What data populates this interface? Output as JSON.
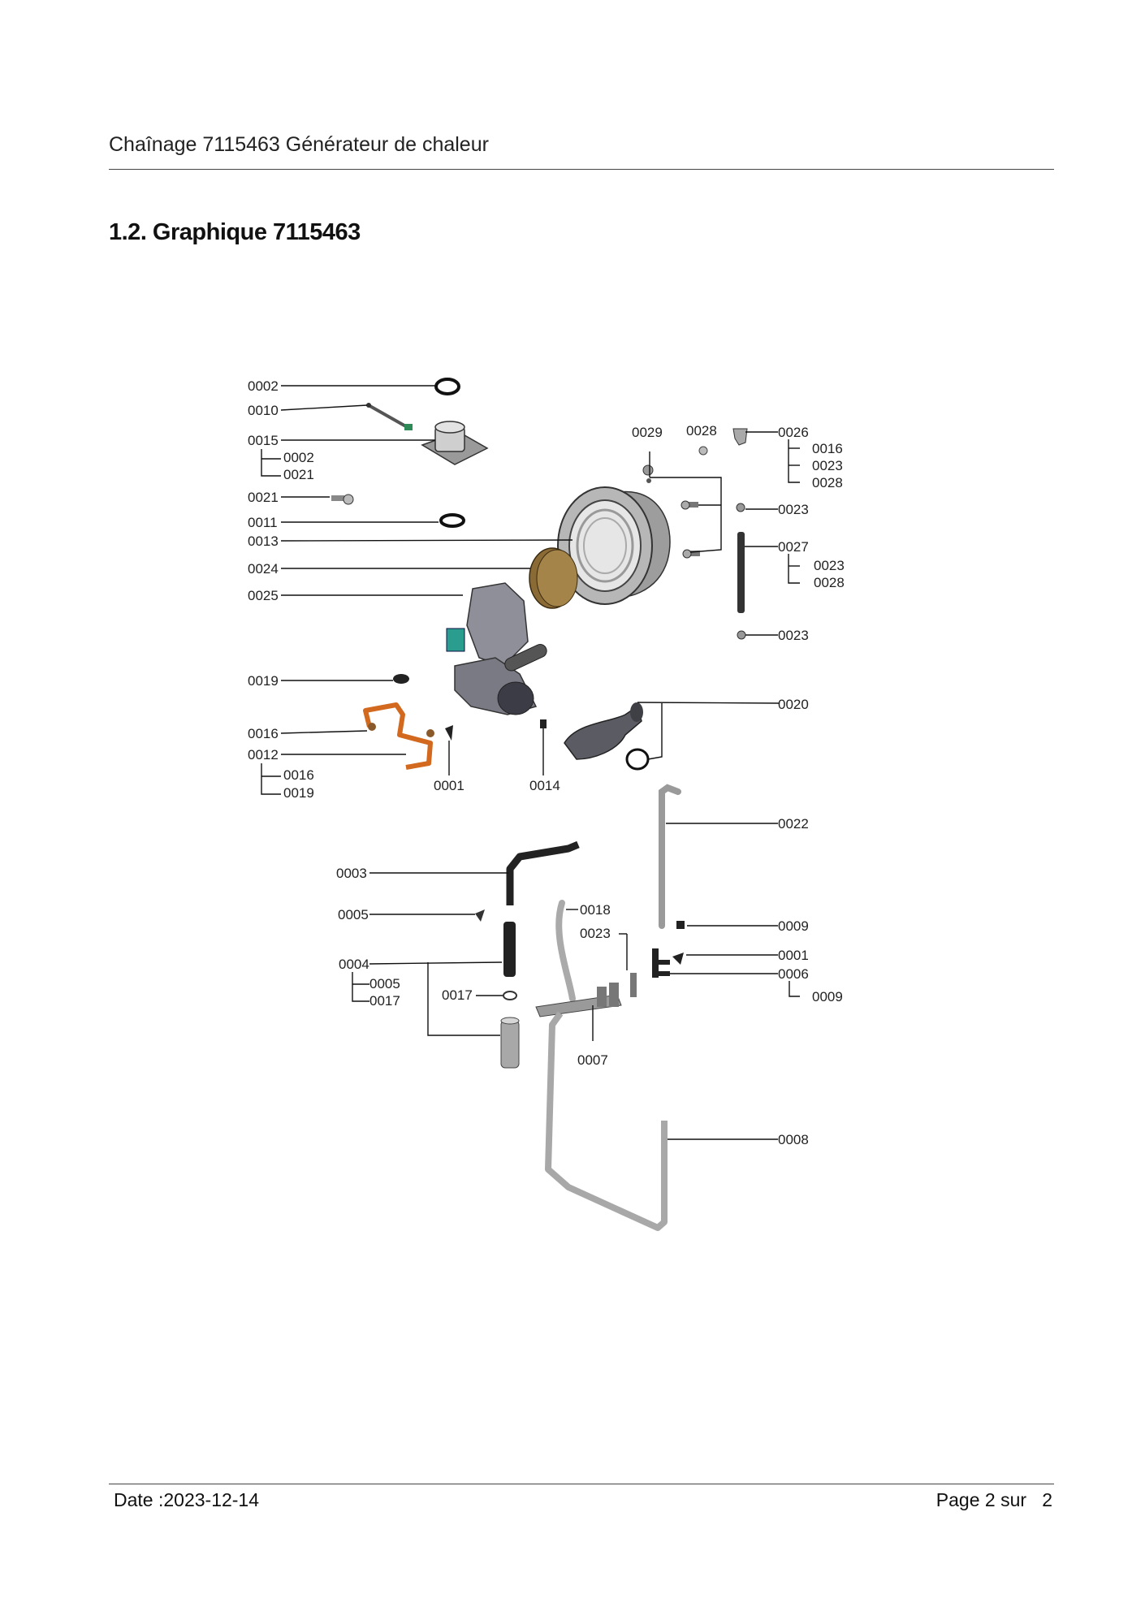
{
  "header": {
    "title": "Chaînage 7115463 Générateur de chaleur"
  },
  "section": {
    "title": "1.2. Graphique 7115463"
  },
  "diagram": {
    "labels": {
      "l0002a": "0002",
      "l0010": "0010",
      "l0015": "0015",
      "l0015_s1": "0002",
      "l0015_s2": "0021",
      "l0021": "0021",
      "l0011": "0011",
      "l0013": "0013",
      "l0024": "0024",
      "l0025": "0025",
      "l0019": "0019",
      "l0016": "0016",
      "l0012": "0012",
      "l0012_s1": "0016",
      "l0012_s2": "0019",
      "l0001a": "0001",
      "l0014": "0014",
      "l0029": "0029",
      "l0028a": "0028",
      "l0026": "0026",
      "l0026_s1": "0016",
      "l0026_s2": "0023",
      "l0026_s3": "0028",
      "l0023a": "0023",
      "l0027": "0027",
      "l0027_s1": "0023",
      "l0027_s2": "0028",
      "l0023b": "0023",
      "l0020": "0020",
      "l0022": "0022",
      "l0003": "0003",
      "l0005": "0005",
      "l0018": "0018",
      "l0023c": "0023",
      "l0009": "0009",
      "l0004": "0004",
      "l0004_s1": "0005",
      "l0004_s2": "0017",
      "l0017": "0017",
      "l0001b": "0001",
      "l0006": "0006",
      "l0006_s1": "0009",
      "l0007": "0007",
      "l0008": "0008"
    }
  },
  "footer": {
    "date": "Date :2023-12-14",
    "page": "Page 2 sur   2"
  }
}
